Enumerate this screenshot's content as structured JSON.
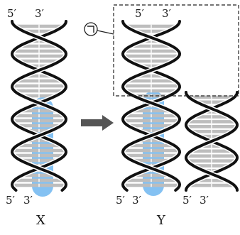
{
  "labels": {
    "x_top_left": "5′",
    "x_top_right": "3′",
    "x_bottom_left": "5′",
    "x_bottom_right": "3′",
    "y_top_left": "5′",
    "y_top_right": "3′",
    "y_bottom_left": "5′",
    "y_bottom_mid": "3′",
    "y_bottom_3": "5′",
    "y_bottom_4": "3′",
    "x_caption": "X",
    "y_caption": "Y",
    "region_marker": "㉠"
  },
  "colors": {
    "strand": "#111111",
    "base": "#bdbdbd",
    "highlight": "#6fb6f0",
    "arrow": "#555555"
  }
}
